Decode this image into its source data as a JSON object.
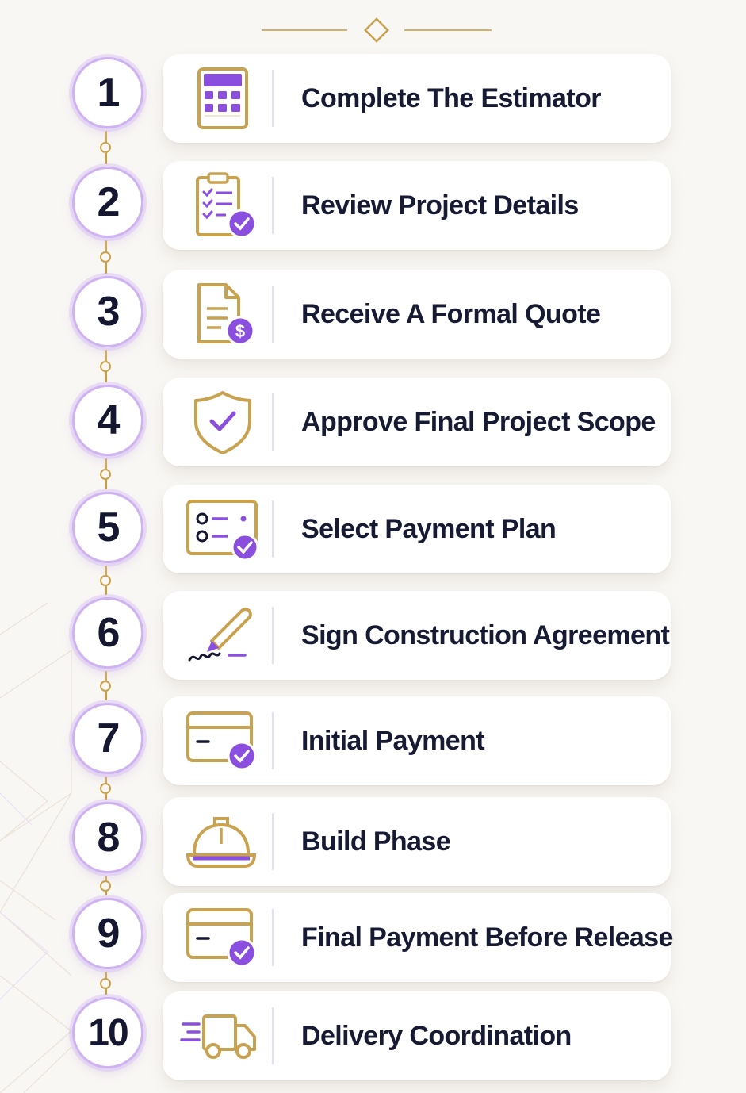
{
  "steps": [
    {
      "number": "1",
      "label": "Complete The Estimator",
      "icon": "calculator-icon"
    },
    {
      "number": "2",
      "label": "Review Project Details",
      "icon": "clipboard-checklist-icon"
    },
    {
      "number": "3",
      "label": "Receive A Formal Quote",
      "icon": "quote-document-dollar-icon"
    },
    {
      "number": "4",
      "label": "Approve Final Project Scope",
      "icon": "shield-check-icon"
    },
    {
      "number": "5",
      "label": "Select Payment Plan",
      "icon": "payment-options-icon"
    },
    {
      "number": "6",
      "label": "Sign Construction Agreement",
      "icon": "pen-signature-icon"
    },
    {
      "number": "7",
      "label": "Initial Payment",
      "icon": "card-check-icon"
    },
    {
      "number": "8",
      "label": "Build Phase",
      "icon": "hard-hat-icon"
    },
    {
      "number": "9",
      "label": "Final Payment Before Release",
      "icon": "card-check-icon"
    },
    {
      "number": "10",
      "label": "Delivery Coordination",
      "icon": "delivery-truck-icon"
    }
  ],
  "colors": {
    "accent_purple": "#8b4fe0",
    "accent_gold": "#c9a24f",
    "text_dark": "#161a33",
    "background": "#f9f7f4"
  }
}
